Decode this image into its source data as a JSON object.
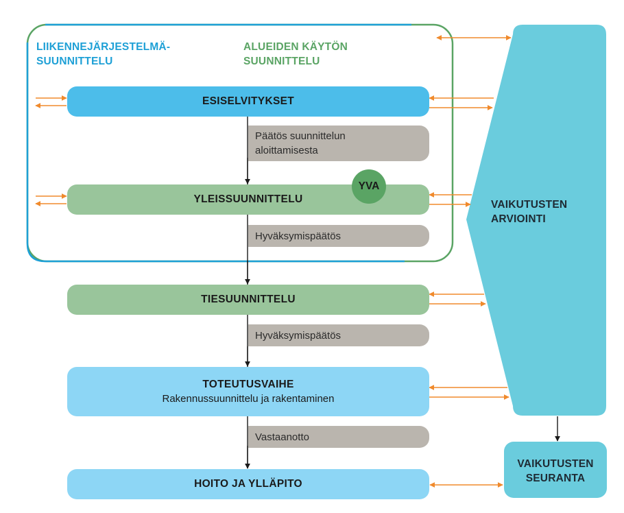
{
  "headings": {
    "transport_line1": "LIIKENNEJÄRJESTELMÄ-",
    "transport_line2": "SUUNNITTELU",
    "landuse_line1": "ALUEIDEN KÄYTÖN",
    "landuse_line2": "SUUNNITTELU"
  },
  "stages": {
    "esiselvitykset": "ESISELVITYKSET",
    "yleissuunnittelu": "YLEISSUUNNITTELU",
    "tiesuunnittelu": "TIESUUNNITTELU",
    "toteutusvaihe_title": "TOTEUTUSVAIHE",
    "toteutusvaihe_sub": "Rakennussuunnittelu ja rakentaminen",
    "hoito": "HOITO JA YLLÄPITO"
  },
  "decisions": {
    "d1_line1": "Päätös suunnittelun",
    "d1_line2": "aloittamisesta",
    "d2": "Hyväksymispäätös",
    "d3": "Hyväksymispäätös",
    "d4": "Vastaanotto"
  },
  "badges": {
    "yva": "YVA"
  },
  "side": {
    "assessment_line1": "VAIKUTUSTEN",
    "assessment_line2": "ARVIOINTI",
    "monitoring_line1": "VAIKUTUSTEN",
    "monitoring_line2": "SEURANTA"
  },
  "colors": {
    "blue_frame": "#1ea0d6",
    "green_frame": "#5aa464",
    "stage_blue": "#4cbdea",
    "stage_green": "#99c59b",
    "stage_light_blue": "#8dd6f5",
    "decision_gray": "#bab5ae",
    "assessment_teal": "#6accdd",
    "arrow_orange": "#f08a2c",
    "flow_arrow": "#1a1a1a"
  }
}
